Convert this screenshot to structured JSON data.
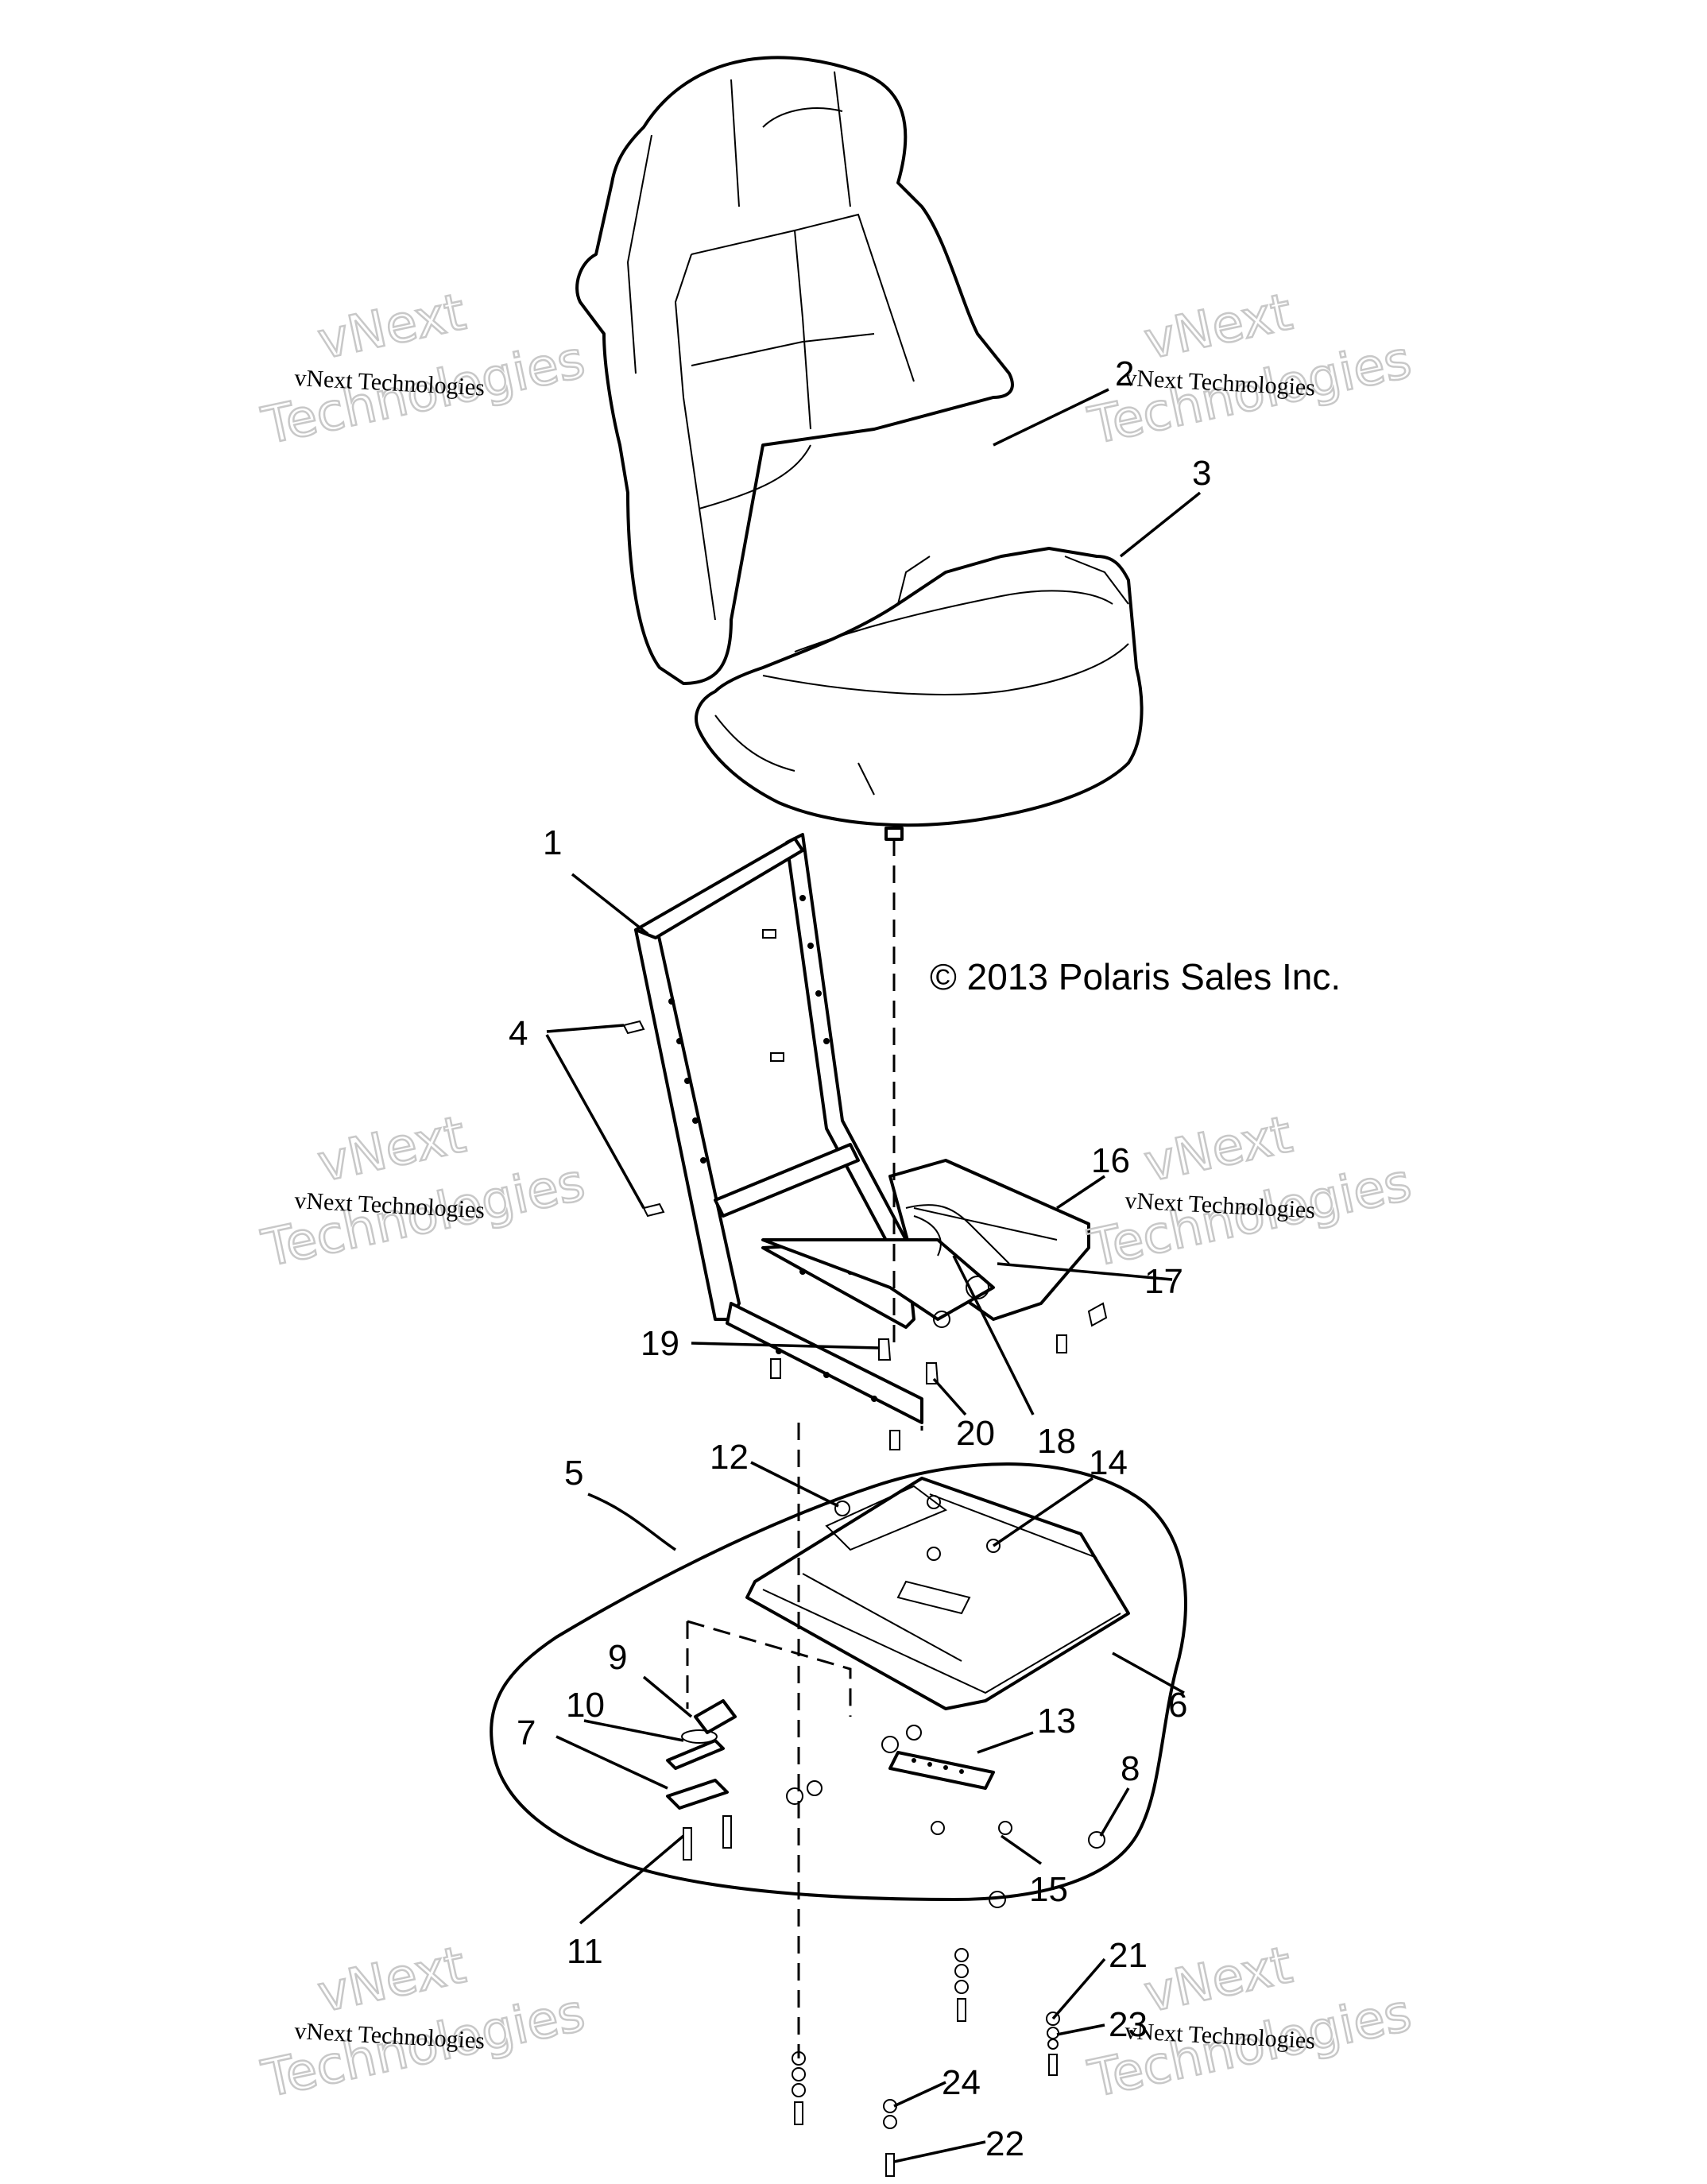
{
  "copyright": "© 2013 Polaris Sales Inc.",
  "watermark": {
    "line_small": "vNext Technologies",
    "line_big_1": "vNext",
    "line_big_2": "Technologies"
  },
  "callouts": {
    "c1": "1",
    "c2": "2",
    "c3": "3",
    "c4": "4",
    "c5": "5",
    "c6": "6",
    "c7": "7",
    "c8": "8",
    "c9": "9",
    "c10": "10",
    "c11": "11",
    "c12": "12",
    "c13": "13",
    "c14": "14",
    "c15": "15",
    "c16": "16",
    "c17": "17",
    "c18": "18",
    "c19": "19",
    "c20": "20",
    "c21": "21",
    "c22": "22",
    "c23": "23",
    "c24": "24"
  }
}
